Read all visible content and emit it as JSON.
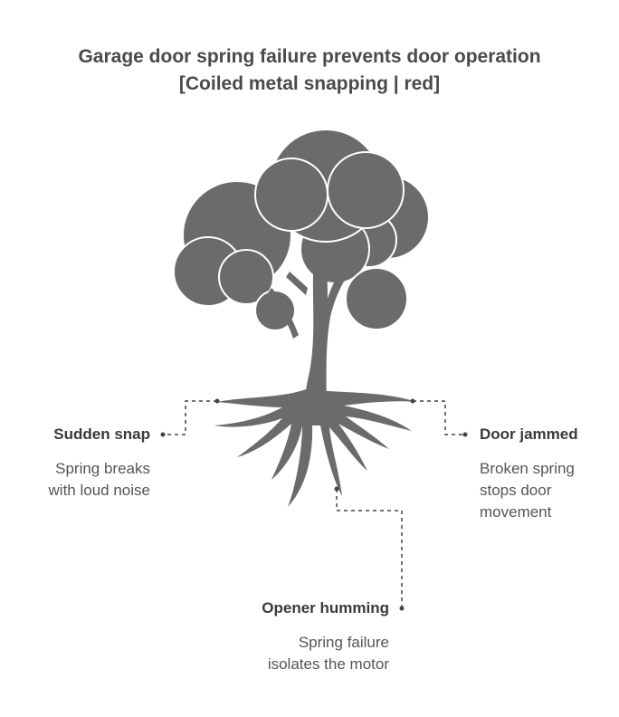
{
  "title": {
    "line1": "Garage door spring failure prevents door operation",
    "line2": "[Coiled metal snapping | red]"
  },
  "items": [
    {
      "label": "Sudden snap",
      "desc_line1": "Spring breaks",
      "desc_line2": "with loud noise"
    },
    {
      "label": "Door jammed",
      "desc_line1": "Broken spring",
      "desc_line2": "stops door",
      "desc_line3": "movement"
    },
    {
      "label": "Opener humming",
      "desc_line1": "Spring failure",
      "desc_line2": "isolates the motor"
    }
  ],
  "colors": {
    "tree": "#6b6b6b",
    "connector": "#444444",
    "text": "#3a3a3a"
  },
  "icons": {
    "main": "tree-with-roots-icon"
  }
}
